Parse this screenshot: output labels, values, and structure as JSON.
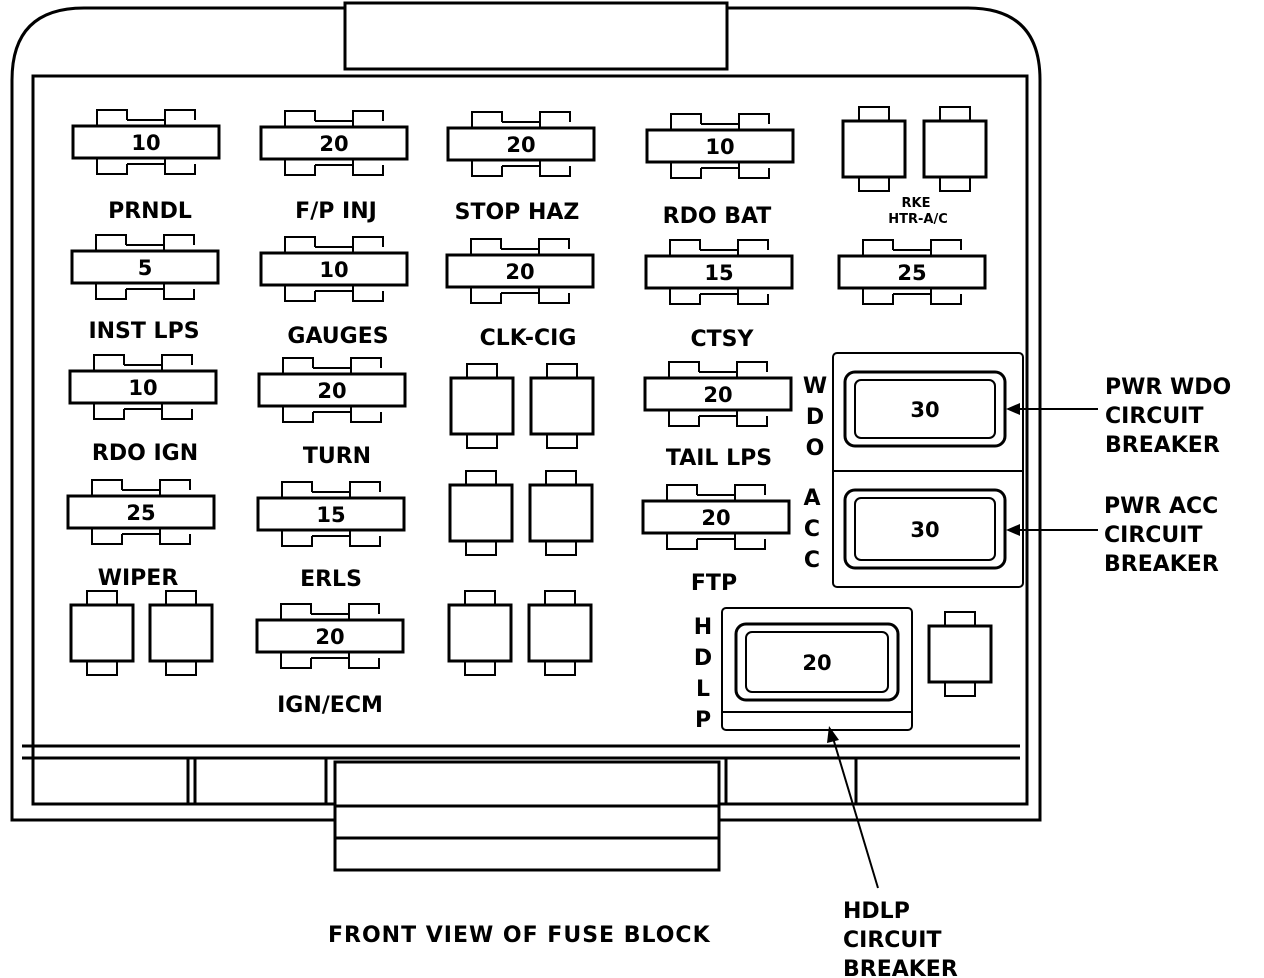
{
  "caption": "FRONT VIEW OF FUSE BLOCK",
  "fuses": [
    {
      "value": "10",
      "label": "PRNDL"
    },
    {
      "value": "20",
      "label": "F/P INJ"
    },
    {
      "value": "20",
      "label": "STOP HAZ"
    },
    {
      "value": "10",
      "label": "RDO BAT"
    },
    {
      "value": "5",
      "label": "INST LPS"
    },
    {
      "value": "10",
      "label": "GAUGES"
    },
    {
      "value": "20",
      "label": "CLK-CIG"
    },
    {
      "value": "15",
      "label": "CTSY"
    },
    {
      "value": "25",
      "label": ""
    },
    {
      "value": "10",
      "label": "RDO IGN"
    },
    {
      "value": "20",
      "label": "TURN"
    },
    {
      "value": "20",
      "label": "TAIL LPS"
    },
    {
      "value": "25",
      "label": "WIPER"
    },
    {
      "value": "15",
      "label": "ERLS"
    },
    {
      "value": "20",
      "label": "FTP"
    },
    {
      "value": "20",
      "label": "IGN/ECM"
    }
  ],
  "rke_label": {
    "line1": "RKE",
    "line2": "HTR-A/C"
  },
  "breakers": [
    {
      "value": "30",
      "side_label": [
        "W",
        "D",
        "O"
      ],
      "callout": [
        "PWR WDO",
        "CIRCUIT",
        "BREAKER"
      ]
    },
    {
      "value": "30",
      "side_label": [
        "A",
        "C",
        "C"
      ],
      "callout": [
        "PWR ACC",
        "CIRCUIT",
        "BREAKER"
      ]
    },
    {
      "value": "20",
      "side_label": [
        "H",
        "D",
        "L",
        "P"
      ],
      "callout": [
        "HDLP",
        "CIRCUIT",
        "BREAKER"
      ]
    }
  ]
}
